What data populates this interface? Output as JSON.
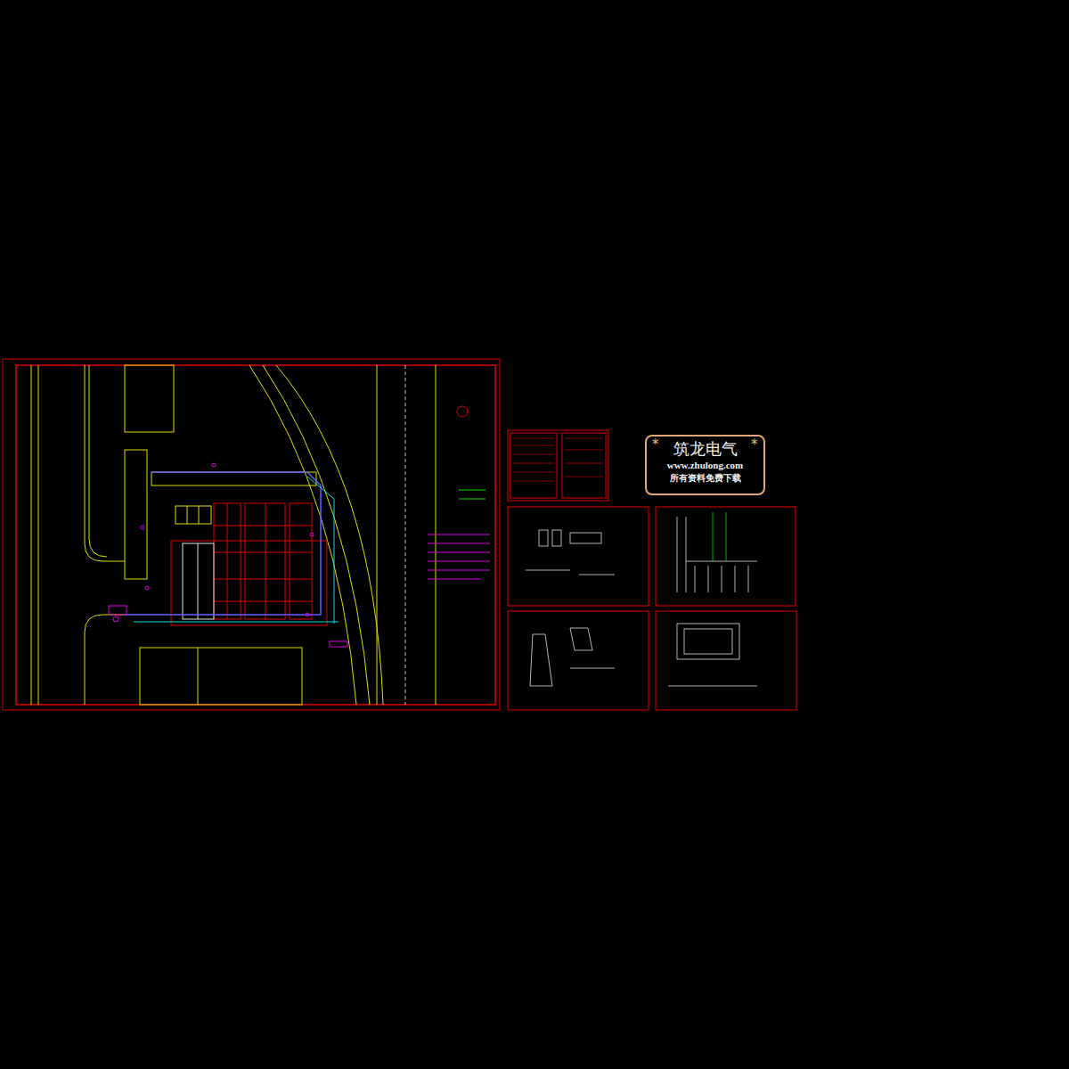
{
  "diagram": {
    "nodes": [
      {
        "text": [
          "筑龙电气",
          "www.zhulong.com",
          "所有资料免费下载"
        ]
      }
    ],
    "labels": [
      "*",
      "*"
    ]
  }
}
